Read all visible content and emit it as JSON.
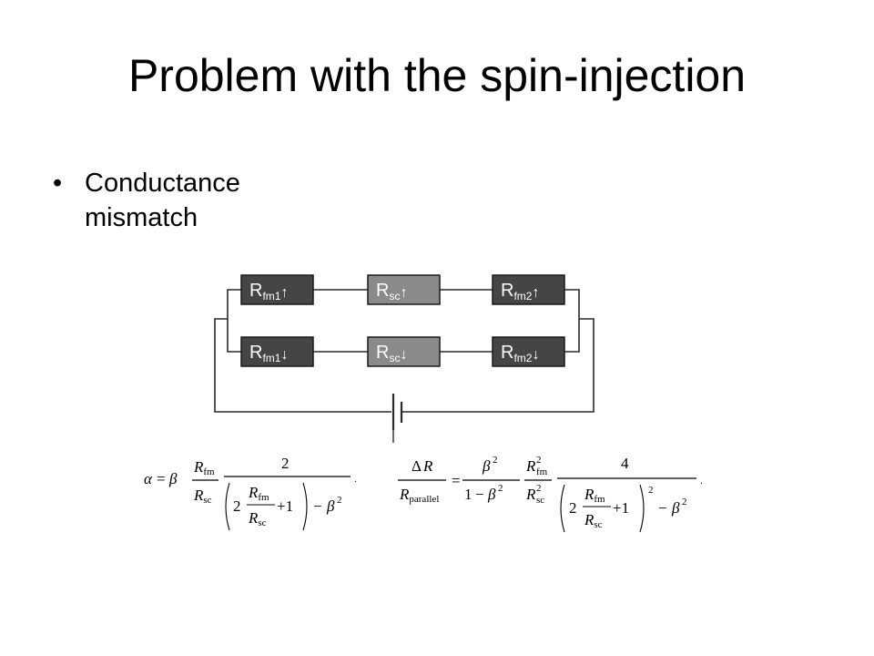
{
  "slide": {
    "title": "Problem with the spin-injection",
    "bullet_text": "Conductance mismatch"
  },
  "circuit": {
    "resistors": [
      {
        "id": "fm1-up",
        "main": "R",
        "sub": "fm1",
        "arrow": "↑",
        "fill": "#454545"
      },
      {
        "id": "sc-up",
        "main": "R",
        "sub": "sc",
        "arrow": "↑",
        "fill": "#8a8a8a"
      },
      {
        "id": "fm2-up",
        "main": "R",
        "sub": "fm2",
        "arrow": "↑",
        "fill": "#454545"
      },
      {
        "id": "fm1-down",
        "main": "R",
        "sub": "fm1",
        "arrow": "↓",
        "fill": "#454545"
      },
      {
        "id": "sc-down",
        "main": "R",
        "sub": "sc",
        "arrow": "↓",
        "fill": "#8a8a8a"
      },
      {
        "id": "fm2-down",
        "main": "R",
        "sub": "fm2",
        "arrow": "↓",
        "fill": "#454545"
      }
    ]
  },
  "equations": {
    "alpha": {
      "lhs": "α",
      "eq": "=",
      "beta": "β",
      "R": "R",
      "fm": "fm",
      "sc": "sc",
      "two": "2",
      "two_den": "2",
      "plus_one": "+1",
      "minus": "−",
      "sq": "2",
      "period": "."
    },
    "dr": {
      "delta": "Δ",
      "R": "R",
      "parallel": "parallel",
      "eq": "=",
      "beta": "β",
      "one": "1",
      "minus": "−",
      "sq": "2",
      "fm": "fm",
      "sc": "sc",
      "four": "4",
      "two_den": "2",
      "plus_one": "+1",
      "period": "."
    }
  }
}
